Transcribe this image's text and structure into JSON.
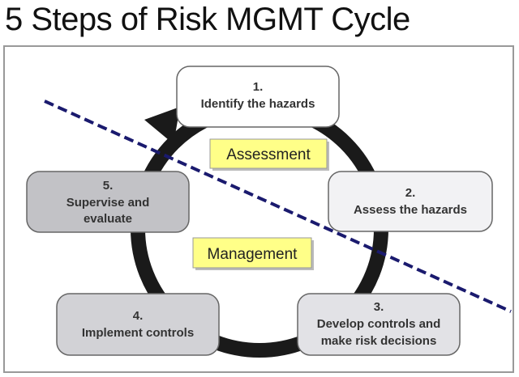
{
  "title": "5 Steps of Risk MGMT Cycle",
  "steps": [
    {
      "num": "1.",
      "lines": [
        "Identify the hazards"
      ]
    },
    {
      "num": "2.",
      "lines": [
        "Assess the hazards"
      ]
    },
    {
      "num": "3.",
      "lines": [
        "Develop controls and",
        "make risk decisions"
      ]
    },
    {
      "num": "4.",
      "lines": [
        "Implement controls"
      ]
    },
    {
      "num": "5.",
      "lines": [
        "Supervise and",
        "evaluate"
      ]
    }
  ],
  "labels": {
    "assessment": "Assessment",
    "management": "Management"
  },
  "colors": {
    "highlight": "#ffff88",
    "divider": "#1a1a6e",
    "ring": "#1a1a1a"
  }
}
